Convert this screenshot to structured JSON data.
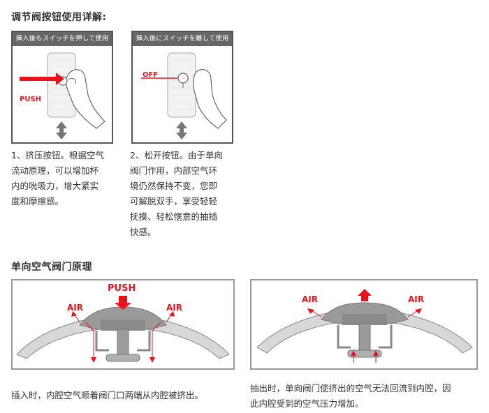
{
  "section1": {
    "title": "调节阀按钮使用详解:"
  },
  "cards": [
    {
      "header": "挿入後もスイッチを押して使用",
      "label": "PUSH"
    },
    {
      "header": "挿入後にスイッチを離して使用",
      "label": "OFF"
    }
  ],
  "descriptions": [
    {
      "lines": [
        "1、挤压按钮。根据空气",
        "流动原理，可以增加杯",
        "内的吮吸力，增大紧实",
        "度和摩擦感。"
      ]
    },
    {
      "lines": [
        "2、松开按钮。由于单向",
        "阀门作用，内部空气环",
        "境仍然保持不变，您即",
        "可解脱双手，享受轻轻",
        "抚摸、轻松惬意的抽插",
        "快感。"
      ]
    }
  ],
  "section2": {
    "title": "单向空气阀门原理"
  },
  "diagrams": [
    {
      "push_label": "PUSH",
      "air_left": "AIR",
      "air_right": "AIR"
    },
    {
      "air_left": "AIR",
      "air_right": "AIR"
    }
  ],
  "captions": [
    {
      "lines": [
        "插入时，内腔空气顺着阀门口两端从内腔被挤出。"
      ]
    },
    {
      "lines": [
        "抽出时，单向阀门使挤出的空气无法回流到内腔，因",
        "此内腔受到的空气压力增加。"
      ]
    }
  ],
  "colors": {
    "accent_red": "#e8141c",
    "header_gray": "#666666",
    "diagram_gray": "#9a9a9a"
  }
}
